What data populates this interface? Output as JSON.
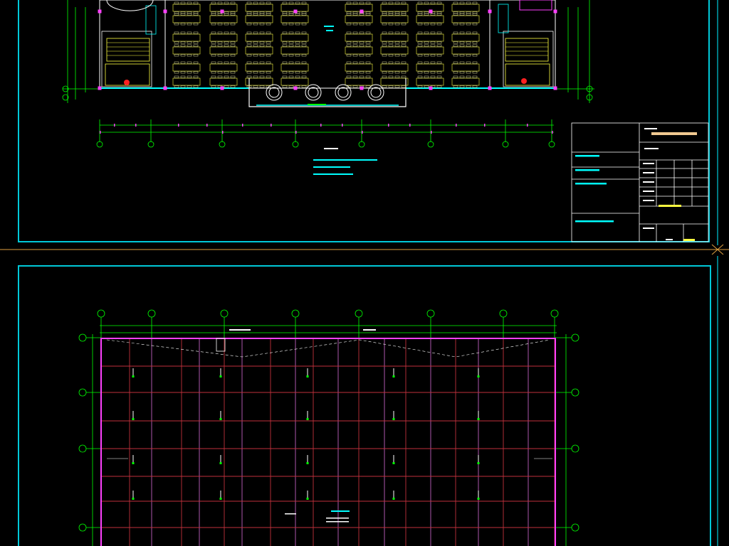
{
  "colors": {
    "background": "#000000",
    "frame": "#00c8d8",
    "axis": "#00ff00",
    "wall": "#ffffff",
    "magenta": "#ff40ff",
    "yellow": "#ffff40",
    "red": "#ff2020",
    "cyan": "#00ffff",
    "grid_red": "#c0303c",
    "title_tan": "#f0c890"
  },
  "upper_sheet": {
    "name": "second-floor-plan",
    "label_line1": "",
    "label_line2": "",
    "label_line3": ""
  },
  "title_block": {
    "name": "title-block"
  },
  "lower_sheet": {
    "name": "roof-framing-plan",
    "label": ""
  },
  "sheet_divider_label": "",
  "watermark_text": ""
}
